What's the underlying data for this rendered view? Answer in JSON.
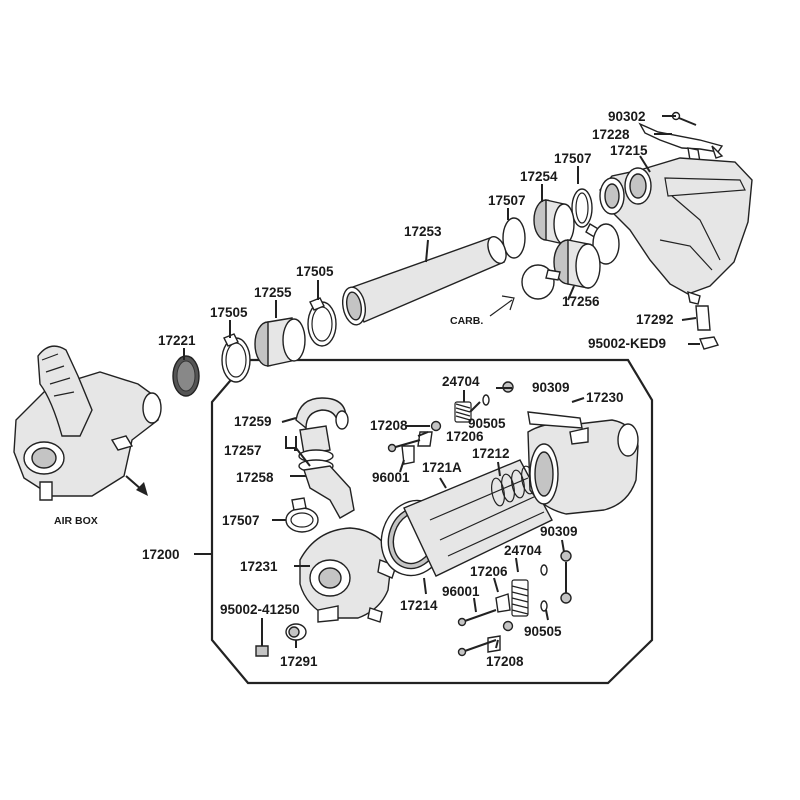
{
  "labels": {
    "p90302": "90302",
    "p17228": "17228",
    "p17507a": "17507",
    "p17215": "17215",
    "p17254": "17254",
    "p17507b": "17507",
    "p17253": "17253",
    "p17256": "17256",
    "p17505a": "17505",
    "p17255": "17255",
    "p17505b": "17505",
    "carb": "CARB.",
    "p17292": "17292",
    "p95002ked9": "95002-KED9",
    "p17221": "17221",
    "airbox": "AIR BOX",
    "p24704a": "24704",
    "p90309a": "90309",
    "p17230": "17230",
    "p17259": "17259",
    "p17208a": "17208",
    "p90505a": "90505",
    "p17206a": "17206",
    "p17257": "17257",
    "p96001a": "96001",
    "p1721a": "1721A",
    "p17212": "17212",
    "p17258": "17258",
    "p17507c": "17507",
    "p17200": "17200",
    "p90309b": "90309",
    "p24704b": "24704",
    "p17231": "17231",
    "p17206b": "17206",
    "p96001b": "96001",
    "p17214": "17214",
    "p90505b": "90505",
    "p95002_41250": "95002-41250",
    "p17208b": "17208",
    "p17291": "17291"
  }
}
